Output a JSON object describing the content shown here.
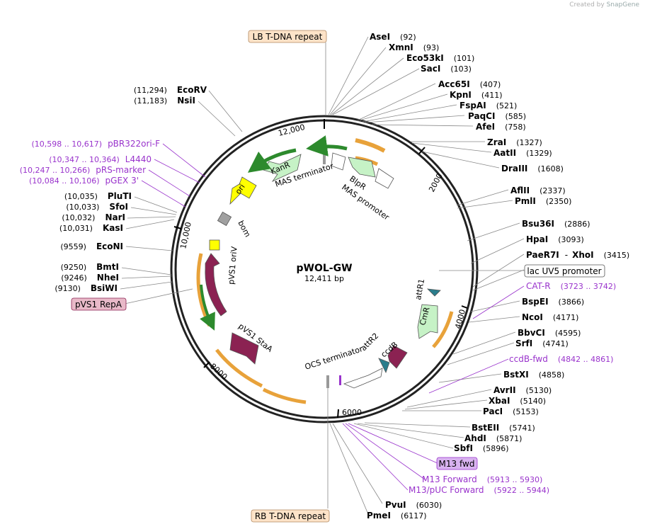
{
  "credit": {
    "prefix": "Created by",
    "brand": "SnapGene"
  },
  "plasmid": {
    "name": "pWOL-GW",
    "length_label": "12,411 bp"
  },
  "ticks": [
    {
      "label": "12,000"
    },
    {
      "label": "2000"
    },
    {
      "label": "4000"
    },
    {
      "label": "6000"
    },
    {
      "label": "8000"
    },
    {
      "label": "10,000"
    }
  ],
  "right_sites": [
    {
      "name": "AseI",
      "pos": "(92)"
    },
    {
      "name": "XmnI",
      "pos": "(93)"
    },
    {
      "name": "Eco53kI",
      "pos": "(101)"
    },
    {
      "name": "SacI",
      "pos": "(103)"
    },
    {
      "name": "Acc65I",
      "pos": "(407)"
    },
    {
      "name": "KpnI",
      "pos": "(411)"
    },
    {
      "name": "FspAI",
      "pos": "(521)"
    },
    {
      "name": "PaqCI",
      "pos": "(585)"
    },
    {
      "name": "AfeI",
      "pos": "(758)"
    },
    {
      "name": "ZraI",
      "pos": "(1327)"
    },
    {
      "name": "AatII",
      "pos": "(1329)"
    },
    {
      "name": "DraIII",
      "pos": "(1608)"
    },
    {
      "name": "AflII",
      "pos": "(2337)"
    },
    {
      "name": "PmlI",
      "pos": "(2350)"
    },
    {
      "name": "Bsu36I",
      "pos": "(2886)"
    },
    {
      "name": "HpaI",
      "pos": "(3093)"
    },
    {
      "name": "PaeR7I",
      "sep": "-",
      "name2": "XhoI",
      "pos": "(3415)"
    },
    {
      "name": "BspEI",
      "pos": "(3866)"
    },
    {
      "name": "NcoI",
      "pos": "(4171)"
    },
    {
      "name": "BbvCI",
      "pos": "(4595)"
    },
    {
      "name": "SrfI",
      "pos": "(4741)"
    },
    {
      "name": "BstXI",
      "pos": "(4858)"
    },
    {
      "name": "AvrII",
      "pos": "(5130)"
    },
    {
      "name": "XbaI",
      "pos": "(5140)"
    },
    {
      "name": "PacI",
      "pos": "(5153)"
    },
    {
      "name": "BstEII",
      "pos": "(5741)"
    },
    {
      "name": "AhdI",
      "pos": "(5871)"
    },
    {
      "name": "SbfI",
      "pos": "(5896)"
    },
    {
      "name": "PvuI",
      "pos": "(6030)"
    },
    {
      "name": "PmeI",
      "pos": "(6117)"
    }
  ],
  "left_sites": [
    {
      "name": "EcoRV",
      "pos": "(11,294)"
    },
    {
      "name": "NsiI",
      "pos": "(11,183)"
    },
    {
      "name": "PluTI",
      "pos": "(10,035)"
    },
    {
      "name": "SfoI",
      "pos": "(10,033)"
    },
    {
      "name": "NarI",
      "pos": "(10,032)"
    },
    {
      "name": "KasI",
      "pos": "(10,031)"
    },
    {
      "name": "EcoNI",
      "pos": "(9559)"
    },
    {
      "name": "BmtI",
      "pos": "(9250)"
    },
    {
      "name": "NheI",
      "pos": "(9246)"
    },
    {
      "name": "BsiWI",
      "pos": "(9130)"
    }
  ],
  "primers": [
    {
      "name": "pBR322ori-F",
      "range": "(10,598 .. 10,617)"
    },
    {
      "name": "L4440",
      "range": "(10,347 .. 10,364)"
    },
    {
      "name": "pRS-marker",
      "range": "(10,247 .. 10,266)"
    },
    {
      "name": "pGEX 3'",
      "range": "(10,084 .. 10,106)"
    },
    {
      "name": "CAT-R",
      "range": "(3723 .. 3742)"
    },
    {
      "name": "ccdB-fwd",
      "range": "(4842 .. 4861)"
    },
    {
      "name": "M13 Forward",
      "range": "(5913 .. 5930)"
    },
    {
      "name": "M13/pUC Forward",
      "range": "(5922 .. 5944)"
    }
  ],
  "boxes": {
    "lb": "LB T-DNA repeat",
    "rb": "RB T-DNA repeat",
    "lacuv5": "lac UV5 promoter",
    "repa": "pVS1 RepA",
    "m13fwd": "M13 fwd"
  },
  "features": {
    "kanr": "KanR",
    "ori": "ori",
    "bom": "bom",
    "mas_terminator": "MAS terminator",
    "blpr": "BlpR",
    "mas_promoter": "MAS promoter",
    "pvs1_oriv": "pVS1 oriV",
    "pvs1_stba": "pVS1 StaA",
    "attr1": "attR1",
    "cmr": "CmR",
    "attr2": "attR2",
    "ccdb": "ccdB",
    "ocs_terminator": "OCS terminator"
  },
  "colors": {
    "backbone": "#222222",
    "primer": "#9933cc",
    "kanr": "#c6f2c6",
    "ori": "#ffff00",
    "bom": "#a0a0a0",
    "pvs1": "#8b2252",
    "attr": "#2a7d8c",
    "repeat_box": "#fde3c8",
    "repa_box": "#e8b9c8",
    "m13_box": "#d9b3f0",
    "orange_arrow": "#e8a23a"
  }
}
